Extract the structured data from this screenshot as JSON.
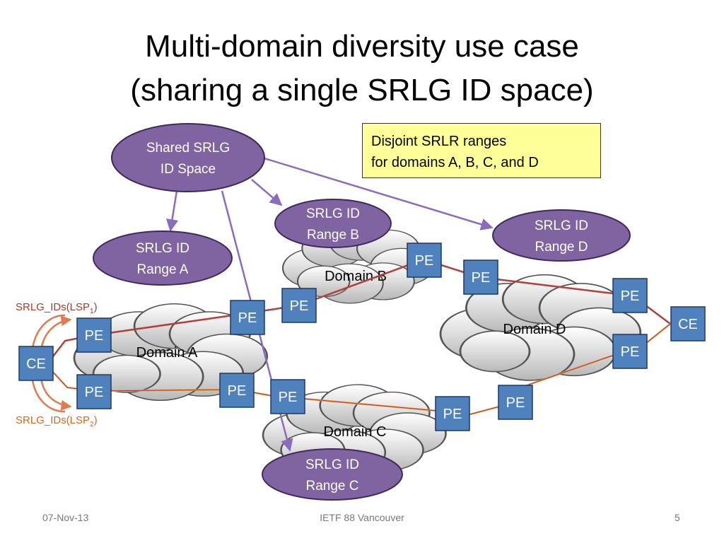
{
  "title": {
    "line1": "Multi-domain diversity use case",
    "line2": "(sharing a single SRLG ID space)"
  },
  "note": {
    "line1": "Disjoint SRLR ranges",
    "line2": "for domains A, B, C, and D"
  },
  "ovals": {
    "shared": {
      "line1": "Shared SRLG",
      "line2": "ID Space"
    },
    "range_a": {
      "line1": "SRLG ID",
      "line2": "Range A"
    },
    "range_b": {
      "line1": "SRLG ID",
      "line2": "Range B"
    },
    "range_c": {
      "line1": "SRLG ID",
      "line2": "Range C"
    },
    "range_d": {
      "line1": "SRLG ID",
      "line2": "Range D"
    }
  },
  "domains": {
    "a": "Domain A",
    "b": "Domain B",
    "c": "Domain C",
    "d": "Domain D"
  },
  "nodes": {
    "ce": "CE",
    "pe": "PE"
  },
  "lsp_labels": {
    "lsp1": {
      "prefix": "SRLG_IDs(LSP",
      "sub": "1",
      "suffix": ")"
    },
    "lsp2": {
      "prefix": "SRLG_IDs(LSP",
      "sub": "2",
      "suffix": ")"
    }
  },
  "colors": {
    "oval_fill": "#8064a2",
    "oval_stroke": "#3f2a5c",
    "node_fill": "#4f81bd",
    "node_stroke": "#1f3864",
    "lsp1": "#b0403a",
    "lsp2": "#f0a050",
    "arrow": "#8a6cbf",
    "note_fill": "#ffff99"
  },
  "footer": {
    "date": "07-Nov-13",
    "event": "IETF 88 Vancouver",
    "page": "5"
  }
}
